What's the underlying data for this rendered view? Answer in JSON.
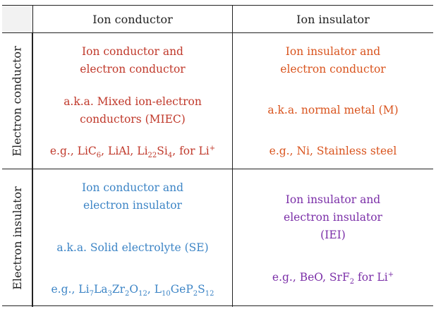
{
  "headers": {
    "col1": "Ion conductor",
    "col2": "Ion insulator",
    "row1": "Electron conductor",
    "row2": "Electron insulator"
  },
  "cells": {
    "ion_cond_elec_cond": {
      "title": "Ion conductor and\nelectron conductor",
      "aka": "a.k.a. Mixed ion-electron\nconductors (MIEC)",
      "example_prefix": "e.g., ",
      "example": "LiC6, LiAl, Li22Si4, for Li+"
    },
    "ion_ins_elec_cond": {
      "title": "Ion insulator and\nelectron conductor",
      "aka": "a.k.a. normal metal (M)",
      "example": "e.g., Ni, Stainless steel"
    },
    "ion_cond_elec_ins": {
      "title": "Ion conductor and\nelectron insulator",
      "aka": "a.k.a. Solid electrolyte (SE)",
      "example": "e.g., Li7La3Zr2O12, L10GeP2S12"
    },
    "ion_ins_elec_ins": {
      "title": "Ion insulator and\nelectron insulator\n(IEI)",
      "example": "e.g., BeO, SrF2 for Li+"
    }
  },
  "colors": {
    "red": "#c0392b",
    "orange": "#d9541e",
    "blue": "#3d85c6",
    "purple": "#7b2fa8"
  }
}
